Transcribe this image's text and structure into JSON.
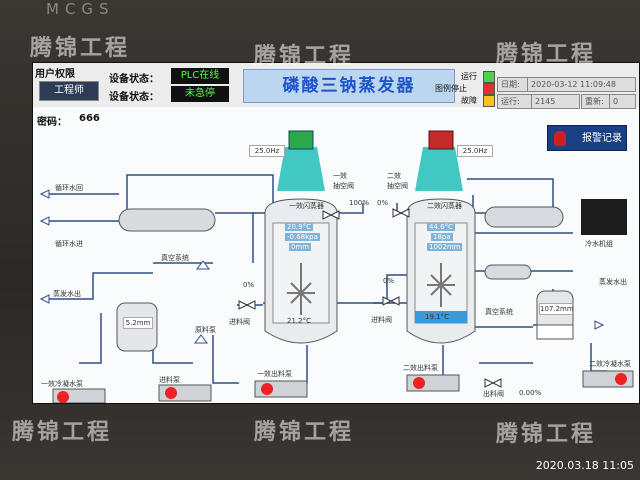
{
  "brand": "MCGS",
  "header": {
    "user_perm": "用户权限",
    "role_button": "工程师",
    "dev_status_label_1": "设备状态：",
    "plc_status": "PLC在线",
    "dev_status_label_2": "设备状态：",
    "estop_status": "未急停",
    "password_label": "密码：",
    "password_value": "666",
    "title": "磷酸三钠蒸发器",
    "legend_run": "运行",
    "legend_stop": "图例停止",
    "legend_fault": "故障",
    "date_label": "日期:",
    "date_value": "2020-03-12 11:09:48",
    "run_label": "运行:",
    "run_value": "2145",
    "qty_label": "重新:",
    "qty_value": "0",
    "alarm_button": "报警记录",
    "colors": {
      "run": "#4cd34c",
      "stop": "#e33030",
      "fault": "#f3c51e",
      "accent": "#1e54c9"
    }
  },
  "process": {
    "motor1_freq": "25.0Hz",
    "motor2_freq": "25.0Hz",
    "evap1_label": "一效闪蒸器",
    "evap2_label": "二效闪蒸器",
    "evap1_temp": "20.9°C",
    "evap1_pressure": "-0.68kpa",
    "evap1_level_small": "0mm",
    "evap1_bottom_temp": "21.2°C",
    "evap2_temp": "44.6°C",
    "evap2_pressure": "18pa",
    "evap2_level_small": "1002mm",
    "evap2_bottom_temp": "19.1°C",
    "evap2_level_pct": 0.12,
    "valve1_name": "一效\n抽空阀",
    "valve1_pct": "100%",
    "valve2_name": "二效\n抽空阀",
    "valve2_pct": "0%",
    "circ_water_return": "循环水回",
    "circ_water_in": "循环水进",
    "vacuum_system": "真空系统",
    "vacuum_system_2": "真空系统",
    "steam_out": "蒸发水出",
    "raw_material_pump": "原料泵",
    "feed_valve_1": "进料阀",
    "feed_valve_2": "进料阀",
    "feed_valve_pct_1": "0%",
    "feed_valve_pct_2": "0%",
    "condensate_pump_1": "一效冷凝水泵",
    "feed_pump": "进料泵",
    "out_pump_1": "一效出料泵",
    "out_pump_2": "二效出料泵",
    "condensate_pump_2": "二效冷凝水泵",
    "out_valve": "出料阀",
    "cold_machine": "冷水机组",
    "steam_out_2": "蒸发水出",
    "tank1_value": "5.2mm",
    "tank2_value": "107.2mm",
    "flow_value": "0.00%"
  },
  "watermark": "腾锦工程",
  "photo_stamp": "2020.03.18 11:05"
}
